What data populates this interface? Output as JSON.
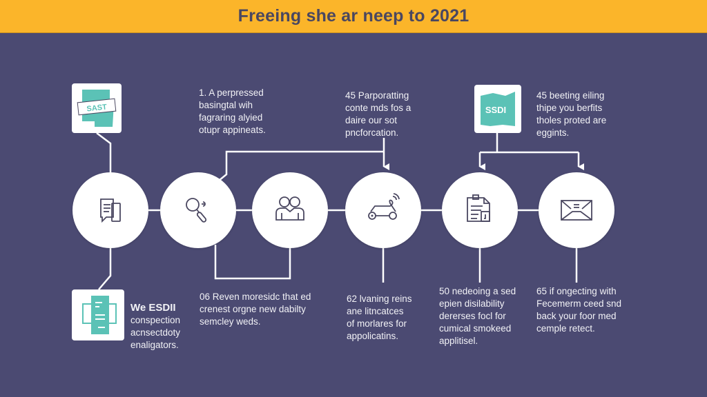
{
  "header": {
    "title": "Freeing she ar neep to 2021"
  },
  "colors": {
    "header_bg": "#fbb52a",
    "body_bg": "#4b4a72",
    "node_fill": "#ffffff",
    "accent_teal": "#5bc2b6",
    "icon_stroke": "#4a4760",
    "line": "#ffffff"
  },
  "cards": {
    "top_left": {
      "label": "SAST",
      "icon": "map-document-icon"
    },
    "top_right": {
      "label": "SSDI",
      "icon": "ssdi-document-icon"
    },
    "bottom_left": {
      "icon": "form-document-icon"
    }
  },
  "nodes": [
    {
      "icon": "chat-documents-icon"
    },
    {
      "icon": "search-magnifier-icon"
    },
    {
      "icon": "people-couple-icon"
    },
    {
      "icon": "connected-vehicle-icon"
    },
    {
      "icon": "clipboard-document-icon"
    },
    {
      "icon": "envelope-icon"
    }
  ],
  "texts": {
    "top_1": "1. A perpressed\nbasingtal wih\nfagraring alyied\notupr appineats.",
    "top_2": "45 Parporatting\nconte mds fos a\ndaire our sot\npncforcation.",
    "top_3": "45 beeting eiling\nthipe you berfits\ntholes proted are\neggints.",
    "bottom_1_lead": "We ESDII",
    "bottom_1": "conspection\nacnsectdoty\nenaligators.",
    "bottom_2": "06 Reven moresidc that ed\ncrenest orgne new dabilty\nsemcley weds.",
    "bottom_3": "62 lvaning reins\nane litncatces\nof morlares for\nappolicatins.",
    "bottom_4": "50 nedeoing a sed\nepien disilability\ndererses focl for\ncumical smokeed\napplitisel.",
    "bottom_5": "65 if ongecting with\nFecemerm ceed snd\nback your foor med\ncemple retect."
  }
}
